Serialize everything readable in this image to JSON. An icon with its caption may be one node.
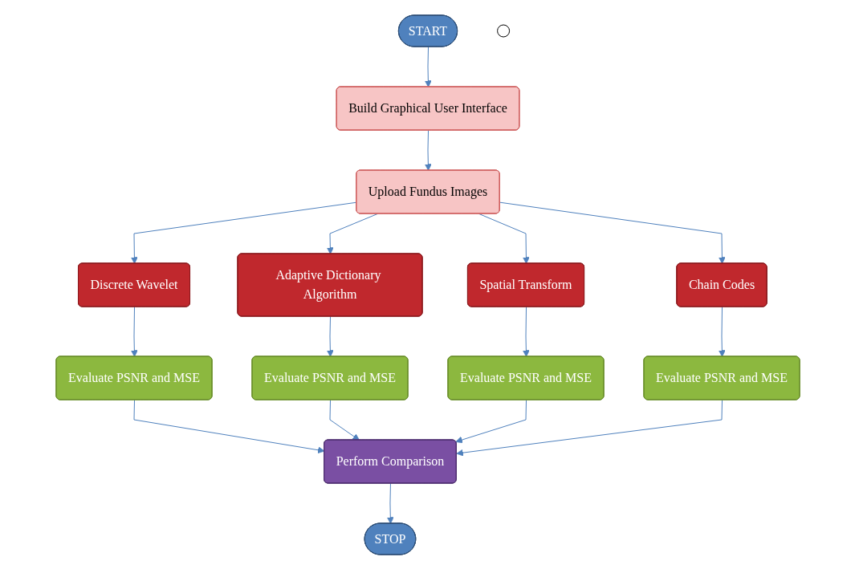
{
  "diagram": {
    "nodes": [
      {
        "text": [
          "START"
        ]
      },
      {
        "text": [
          "Build Graphical User Interface"
        ]
      },
      {
        "text": [
          "Upload Fundus Images"
        ]
      },
      {
        "text": [
          "Discrete Wavelet"
        ]
      },
      {
        "text": [
          "Adaptive Dictionary Algorithm"
        ]
      },
      {
        "text": [
          "Spatial Transform"
        ]
      },
      {
        "text": [
          "Chain Codes"
        ]
      },
      {
        "text": [
          "Evaluate PSNR and MSE"
        ]
      },
      {
        "text": [
          "Evaluate PSNR and MSE"
        ]
      },
      {
        "text": [
          "Evaluate PSNR and MSE"
        ]
      },
      {
        "text": [
          "Evaluate PSNR and MSE"
        ]
      },
      {
        "text": [
          "Perform Comparison"
        ]
      },
      {
        "text": [
          "STOP"
        ]
      },
      {
        "text": [],
        "shape": "circle"
      }
    ],
    "edges": [
      {
        "from": 0,
        "to": 1,
        "arrow": "to"
      },
      {
        "from": 1,
        "to": 2,
        "arrow": "to"
      },
      {
        "from": 2,
        "to": 3,
        "arrow": "to"
      },
      {
        "from": 2,
        "to": 4,
        "arrow": "to"
      },
      {
        "from": 2,
        "to": 5,
        "arrow": "to"
      },
      {
        "from": 2,
        "to": 6,
        "arrow": "to"
      },
      {
        "from": 3,
        "to": 7,
        "arrow": "to"
      },
      {
        "from": 4,
        "to": 8,
        "arrow": "to"
      },
      {
        "from": 5,
        "to": 9,
        "arrow": "to"
      },
      {
        "from": 6,
        "to": 10,
        "arrow": "to"
      },
      {
        "from": 7,
        "to": 11,
        "arrow": "to"
      },
      {
        "from": 8,
        "to": 11,
        "arrow": "to"
      },
      {
        "from": 9,
        "to": 11,
        "arrow": "to"
      },
      {
        "from": 10,
        "to": 11,
        "arrow": "to"
      },
      {
        "from": 11,
        "to": 12,
        "arrow": "to"
      }
    ]
  }
}
